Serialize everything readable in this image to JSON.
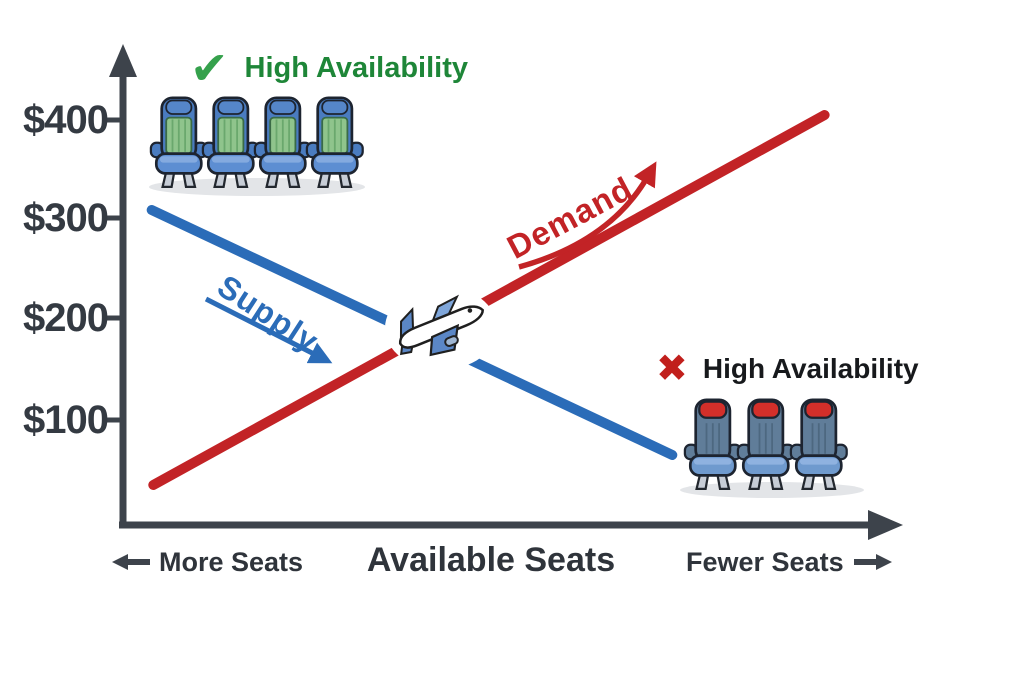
{
  "colors": {
    "supply_line": "#2b6cb8",
    "demand_line": "#c22326",
    "axis": "#3d434b",
    "check_green": "#35a14c",
    "green_text": "#1e8638",
    "cross_red": "#c11f1c",
    "text_dark": "#2f343b"
  },
  "y_axis": {
    "ticks": [
      "$400",
      "$300",
      "$200",
      "$100"
    ]
  },
  "x_axis": {
    "label": "Available Seats",
    "left_label": "More Seats",
    "right_label": "Fewer Seats"
  },
  "series_labels": {
    "supply": "Supply",
    "demand": "Demand"
  },
  "annotations": {
    "good": {
      "icon": "check-icon",
      "label": "High Availability"
    },
    "bad": {
      "icon": "cross-icon",
      "label": "High Availability"
    }
  },
  "illustrations": {
    "plane": "airplane at supply-demand intersection",
    "empty_seats_count": 4,
    "occupied_seats_count": 3
  },
  "chart_data": {
    "type": "line",
    "title": "",
    "xlabel": "Available Seats",
    "x_axis_direction": {
      "left": "More Seats",
      "right": "Fewer Seats"
    },
    "ylabel": "",
    "ytick_labels": [
      "$100",
      "$200",
      "$300",
      "$400"
    ],
    "ylim": [
      0,
      450
    ],
    "grid": false,
    "legend": "inline handwritten labels on lines",
    "x_is_fraction_of_axis": true,
    "series": [
      {
        "name": "Supply",
        "color": "#2b6cb8",
        "trend": "decreasing",
        "points": [
          {
            "x": 0.037,
            "price": 310
          },
          {
            "x": 0.707,
            "price": 65
          }
        ]
      },
      {
        "name": "Demand",
        "color": "#c22326",
        "trend": "increasing",
        "points": [
          {
            "x": 0.039,
            "price": 35
          },
          {
            "x": 0.903,
            "price": 405
          }
        ]
      }
    ],
    "annotations": [
      {
        "marker": "check",
        "text": "High Availability",
        "sentiment": "positive",
        "position": "top-left"
      },
      {
        "marker": "cross",
        "text": "High Availability",
        "sentiment": "negative",
        "position": "mid-right"
      },
      {
        "text": "Supply",
        "type": "series-label",
        "color": "#2b6cb8"
      },
      {
        "text": "Demand",
        "type": "series-label",
        "color": "#c22326"
      }
    ],
    "equilibrium_marker": "airplane icon at intersection of the two lines"
  }
}
